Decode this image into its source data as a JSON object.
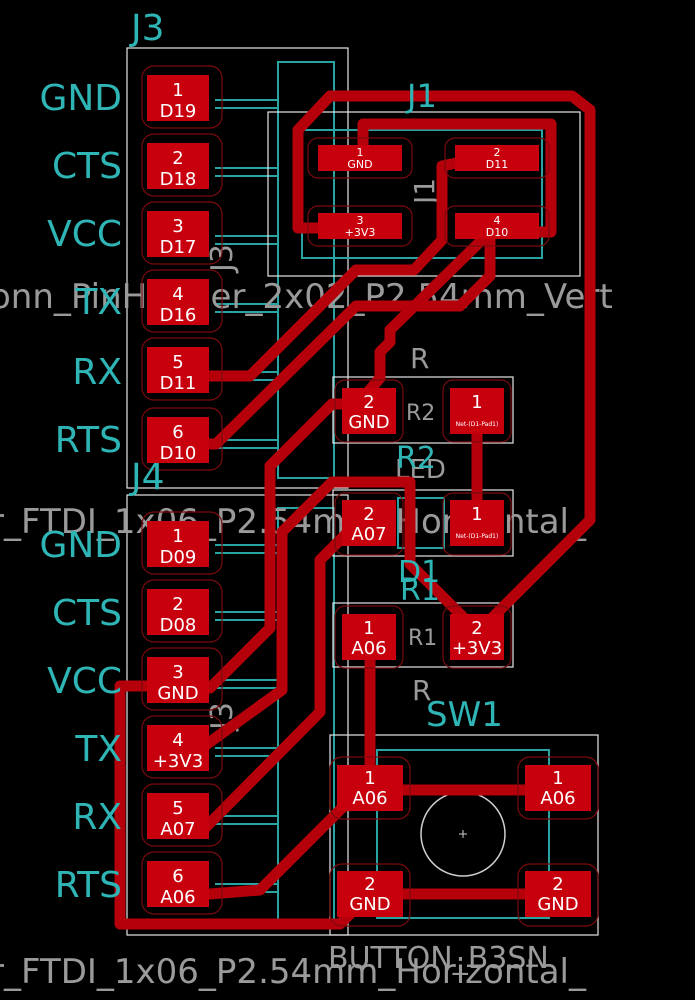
{
  "colors": {
    "background": "#000000",
    "copper": "#c8000d",
    "trace": "#b5000b",
    "silkscreen": "#2fb5b5",
    "outline": "#e6e6e6",
    "value_text": "#9a9a9a"
  },
  "j3": {
    "ref": "J3",
    "value": "onn_PinHeader_2x02_P2.54mm_Vert",
    "pin_labels": [
      "GND",
      "CTS",
      "VCC",
      "TX",
      "RX",
      "RTS"
    ],
    "pads": [
      {
        "num": "1",
        "net": "D19"
      },
      {
        "num": "2",
        "net": "D18"
      },
      {
        "num": "3",
        "net": "D17"
      },
      {
        "num": "4",
        "net": "D16"
      },
      {
        "num": "5",
        "net": "D11"
      },
      {
        "num": "6",
        "net": "D10"
      }
    ],
    "ghost_ref": "J3"
  },
  "j4": {
    "ref": "J4",
    "value": "r_FTDI_1x06_P2.54mm_Horizontal_",
    "pin_labels": [
      "GND",
      "CTS",
      "VCC",
      "TX",
      "RX",
      "RTS"
    ],
    "pads": [
      {
        "num": "1",
        "net": "D09"
      },
      {
        "num": "2",
        "net": "D08"
      },
      {
        "num": "3",
        "net": "GND"
      },
      {
        "num": "4",
        "net": "+3V3"
      },
      {
        "num": "5",
        "net": "A07"
      },
      {
        "num": "6",
        "net": "A06"
      }
    ],
    "ghost_ref": "J3"
  },
  "j1": {
    "ref": "J1",
    "ghost_ref": "J1",
    "pads": [
      {
        "num": "1",
        "net": "GND"
      },
      {
        "num": "2",
        "net": "D11"
      },
      {
        "num": "3",
        "net": "+3V3"
      },
      {
        "num": "4",
        "net": "D10"
      }
    ]
  },
  "r2": {
    "ref": "R2",
    "ghost_ref": "R2",
    "value": "R",
    "pads": [
      {
        "num": "2",
        "net": "GND"
      },
      {
        "num": "1",
        "net": "Net-(D1-Pad1)"
      }
    ]
  },
  "d1": {
    "ref": "D1",
    "ghost_ref": "LED",
    "pads": [
      {
        "num": "2",
        "net": "A07"
      },
      {
        "num": "1",
        "net": "Net-(D1-Pad1)"
      }
    ]
  },
  "r1": {
    "ref": "R1",
    "ghost_ref": "R1",
    "value": "R",
    "pads": [
      {
        "num": "1",
        "net": "A06"
      },
      {
        "num": "2",
        "net": "+3V3"
      }
    ]
  },
  "sw1": {
    "ref": "SW1",
    "value": "BUTTON_B3SN",
    "pads": [
      {
        "num": "1",
        "net": "A06"
      },
      {
        "num": "1",
        "net": "A06"
      },
      {
        "num": "2",
        "net": "GND"
      },
      {
        "num": "2",
        "net": "GND"
      }
    ]
  },
  "bottom_value": "r_FTDI_1x06_P2.54mm_Horizontal_"
}
